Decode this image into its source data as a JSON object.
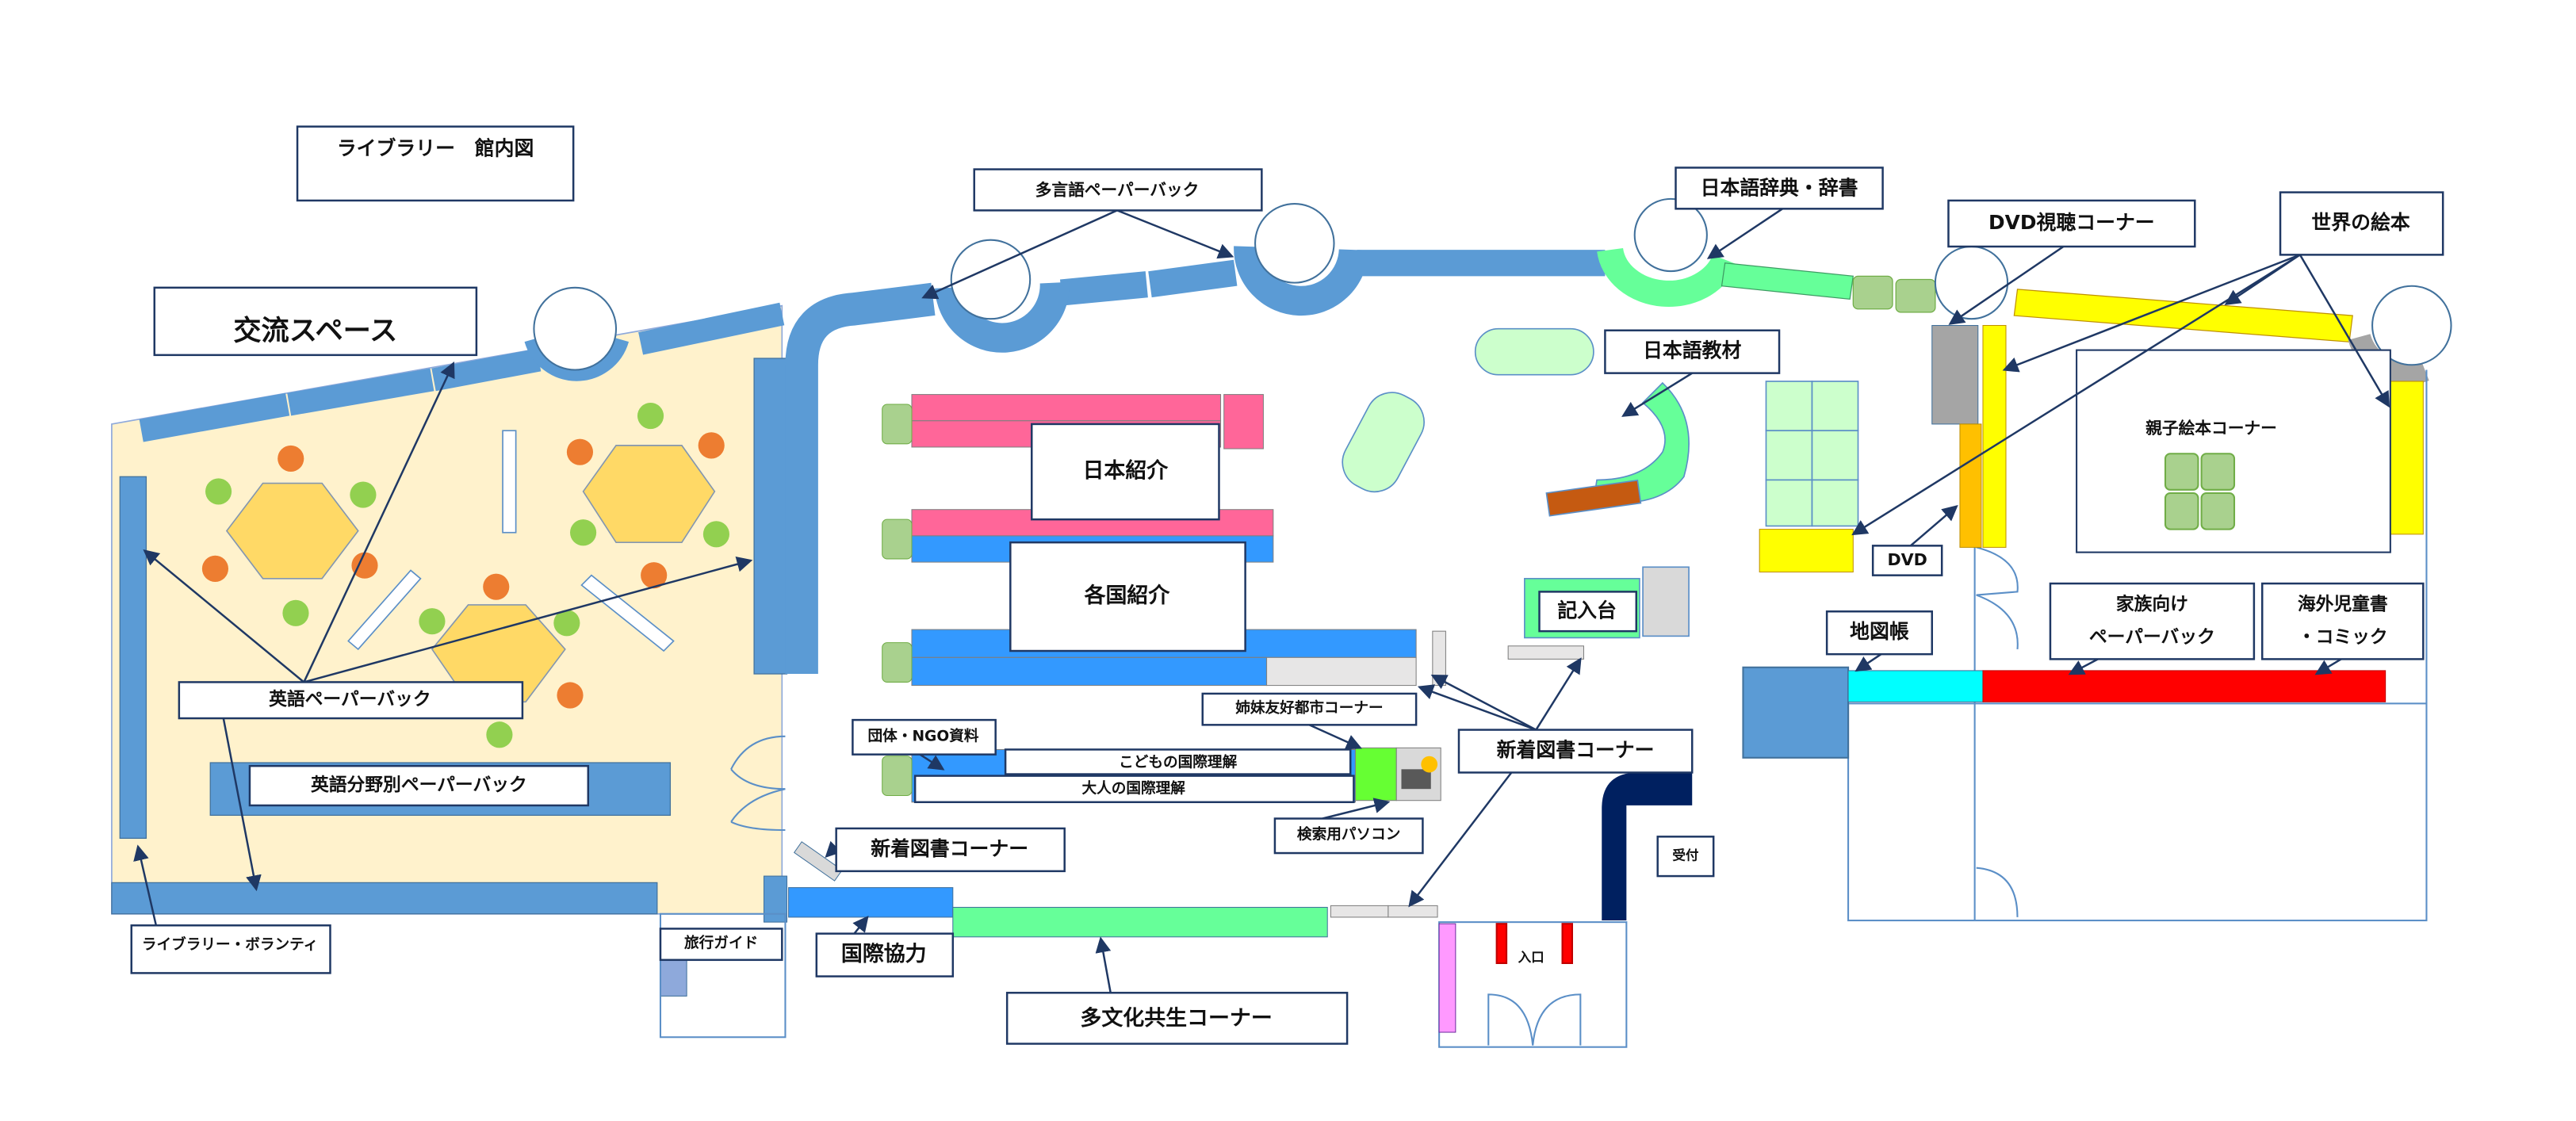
{
  "title": "ライブラリー　館内図",
  "areas": {
    "exchange_space": "交流スペース",
    "multilingual_paperback": "多言語ペーパーバック",
    "japanese_dictionary": "日本語辞典・辞書",
    "dvd_viewing_corner": "DVD視聴コーナー",
    "world_picture_books": "世界の絵本",
    "japanese_materials": "日本語教材",
    "japan_intro": "日本紹介",
    "countries_intro": "各国紹介",
    "writing_desk": "記入台",
    "dvd": "DVD",
    "parent_child_corner": "親子絵本コーナー",
    "family_paperback_1": "家族向け",
    "family_paperback_2": "ペーパーバック",
    "overseas_children_1": "海外児童書",
    "overseas_children_2": "・コミック",
    "atlas": "地図帳",
    "english_paperback": "英語ペーパーバック",
    "english_genre_paperback": "英語分野別ペーパーバック",
    "sister_city_corner": "姉妹友好都市コーナー",
    "ngo_materials": "団体・NGO資料",
    "kids_intl_understanding": "こどもの国際理解",
    "adult_intl_understanding": "大人の国際理解",
    "new_books_right": "新着図書コーナー",
    "search_pc": "検索用パソコン",
    "new_books_left": "新着図書コーナー",
    "intl_cooperation": "国際協力",
    "multicultural_corner": "多文化共生コーナー",
    "library_volunteer": "ライブラリー・ボランティ",
    "travel_guide": "旅行ガイド",
    "reception": "受付",
    "entrance": "入口"
  },
  "colors": {
    "shelf_blue": "#5B9BD5",
    "bright_blue": "#3399FF",
    "pink": "#FF6699",
    "green": "#66FF99",
    "yellow": "#FFFF00",
    "red": "#FF0000",
    "cyan": "#00FFFF",
    "beige": "#FFF2CC",
    "navy": "#002060"
  }
}
